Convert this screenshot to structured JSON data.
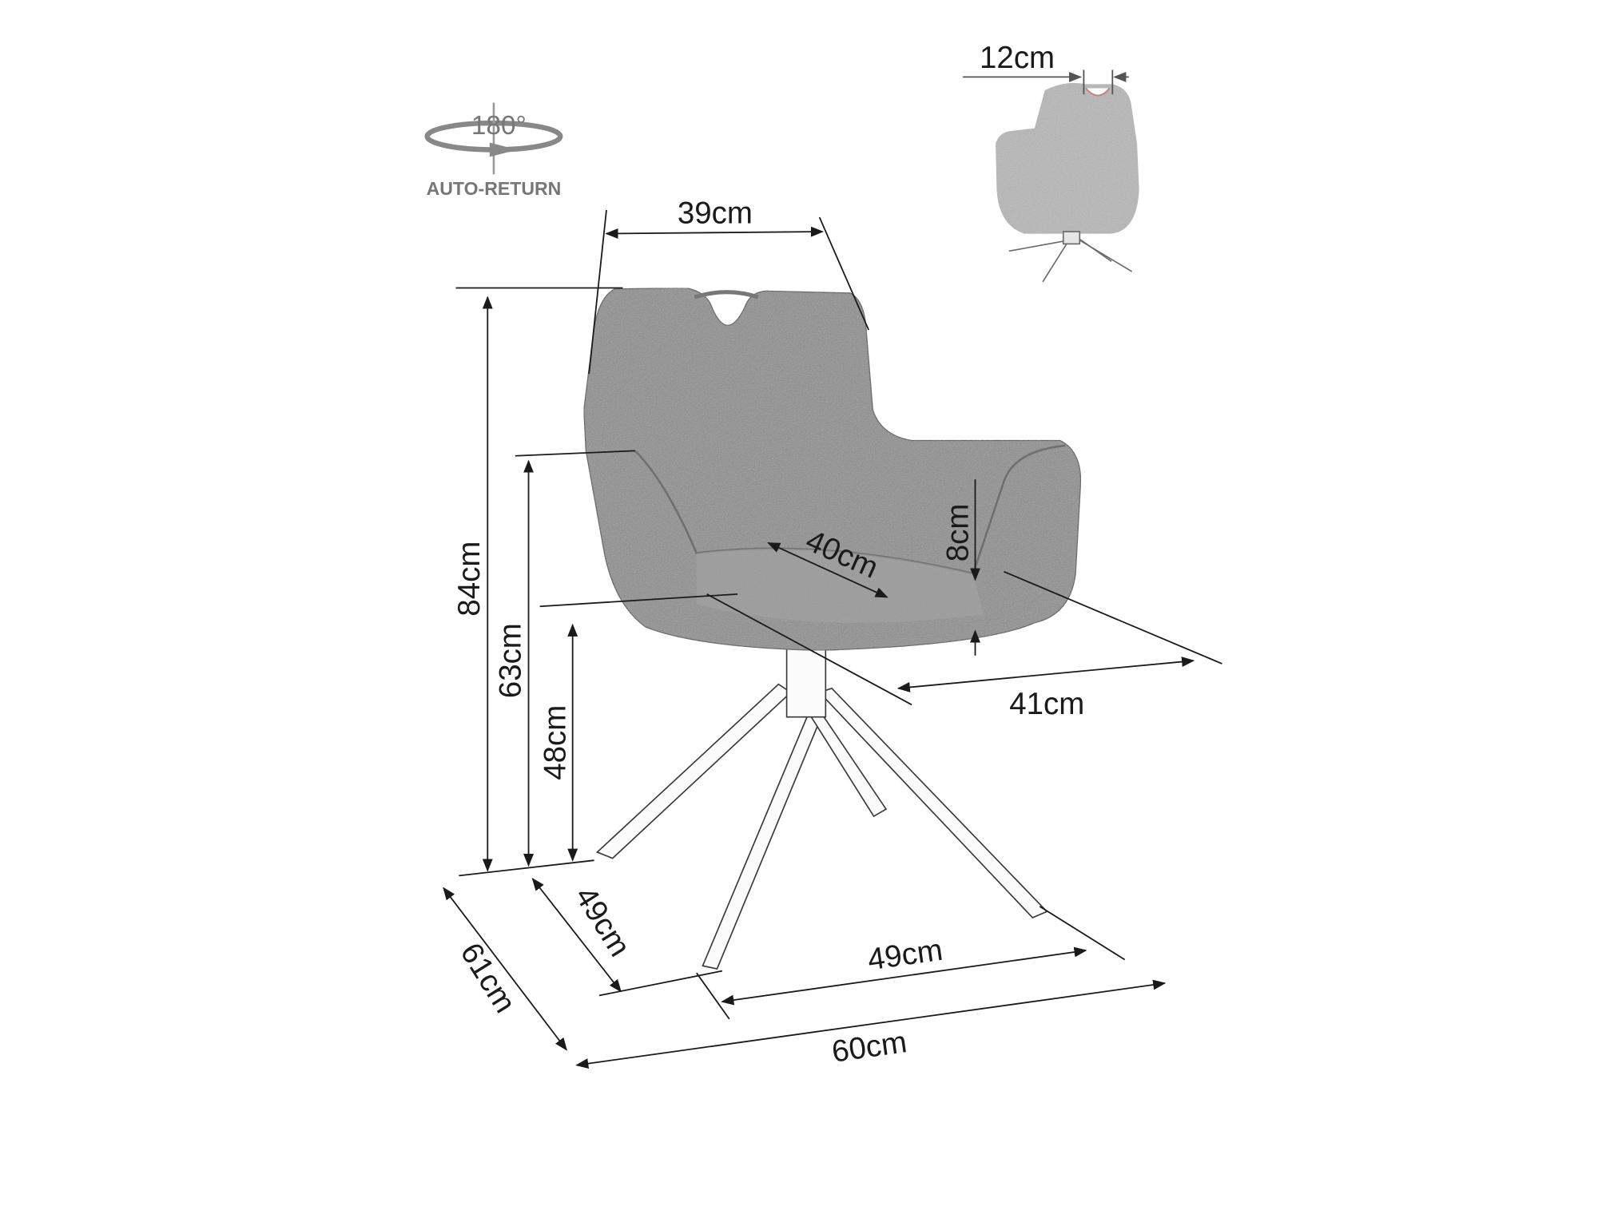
{
  "rotation_badge": {
    "angle": "180°",
    "caption": "AUTO-RETURN",
    "icon": "rotate-arrow-icon"
  },
  "back_view": {
    "handle_width": "12cm"
  },
  "dimensions": {
    "back_width": "39cm",
    "total_height": "84cm",
    "armrest_height": "63cm",
    "seat_height": "48cm",
    "armrest_thickness": "8cm",
    "seat_depth": "40cm",
    "seat_width": "41cm",
    "base_depth": "49cm",
    "base_width": "49cm",
    "total_depth": "61cm",
    "total_width": "60cm"
  },
  "colors": {
    "fabric": "#8e8e8e",
    "line": "#1a1a1a",
    "handle_accent": "#c0504d"
  }
}
